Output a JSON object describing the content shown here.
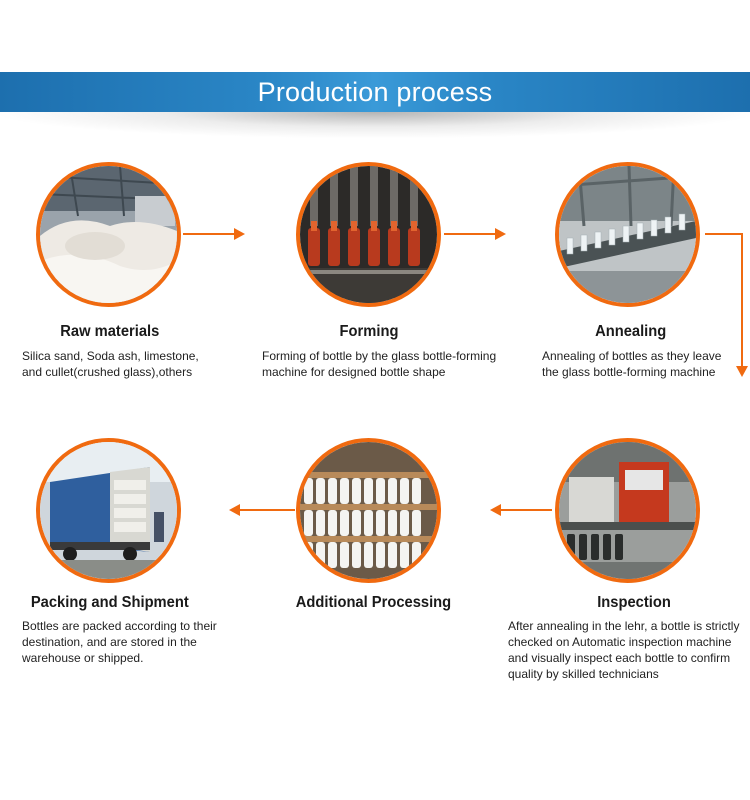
{
  "banner": {
    "title": "Production process"
  },
  "colors": {
    "accent": "#f06a10",
    "banner": "#2a86c6"
  },
  "steps": [
    {
      "title": "Raw materials",
      "desc": [
        "Silica sand, Soda ash, limestone,",
        "and cullet(crushed glass),others"
      ]
    },
    {
      "title": "Forming",
      "desc": [
        "Forming of bottle by the glass bottle-forming",
        "machine for designed bottle shape"
      ]
    },
    {
      "title": "Annealing",
      "desc": [
        "Annealing of bottles as they leave",
        "the glass bottle-forming machine"
      ]
    },
    {
      "title": "Inspection",
      "desc": [
        "After annealing in the lehr, a bottle is strictly",
        "checked on Automatic inspection machine",
        "and visually inspect each bottle to confirm",
        "quality by skilled technicians"
      ]
    },
    {
      "title": "Additional Processing",
      "desc": []
    },
    {
      "title": "Packing and Shipment",
      "desc": [
        "Bottles are packed according to their",
        "destination, and are stored in the",
        "warehouse or shipped."
      ]
    }
  ]
}
